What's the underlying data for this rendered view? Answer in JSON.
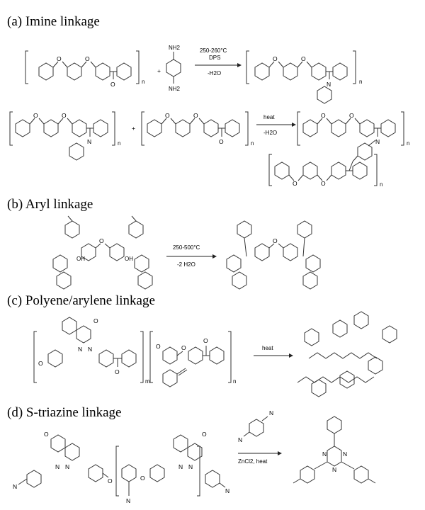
{
  "panels": {
    "a": {
      "title": "(a) Imine linkage",
      "row1": {
        "amine_top": "NH2",
        "amine_bottom": "NH2",
        "plus": "+",
        "conditions_top": "250-260°C",
        "conditions_mid": "DPS",
        "conditions_bottom": "-H2O",
        "n1": "n",
        "n2": "n",
        "carbonyl_o": "O",
        "imine_n": "N"
      },
      "row2": {
        "plus": "+",
        "conditions_top": "heat",
        "conditions_bottom": "-H2O",
        "n1": "n",
        "n2": "n",
        "n3": "n",
        "n4": "n",
        "imine_n1": "N",
        "carbonyl_o": "O",
        "imine_n2": "N"
      }
    },
    "b": {
      "title": "(b) Aryl linkage",
      "oh1": "OH",
      "oh2": "OH",
      "conditions_top": "250-500°C",
      "conditions_bottom": "-2 H2O"
    },
    "c": {
      "title": "(c) Polyene/arylene linkage",
      "carbonyl_o1": "O",
      "carbonyl_o2": "O",
      "n_atom1": "N",
      "n_atom2": "N",
      "m": "m",
      "n": "n",
      "conditions": "heat"
    },
    "d": {
      "title": "(d) S-triazine linkage",
      "carbonyl_o1": "O",
      "carbonyl_o2": "O",
      "n_atoms": "N",
      "cn1": "N",
      "cn2": "N",
      "cn3": "N",
      "reagent_n1": "N",
      "reagent_n2": "N",
      "conditions": "ZnCl2, heat",
      "triazine_n": "N"
    }
  }
}
